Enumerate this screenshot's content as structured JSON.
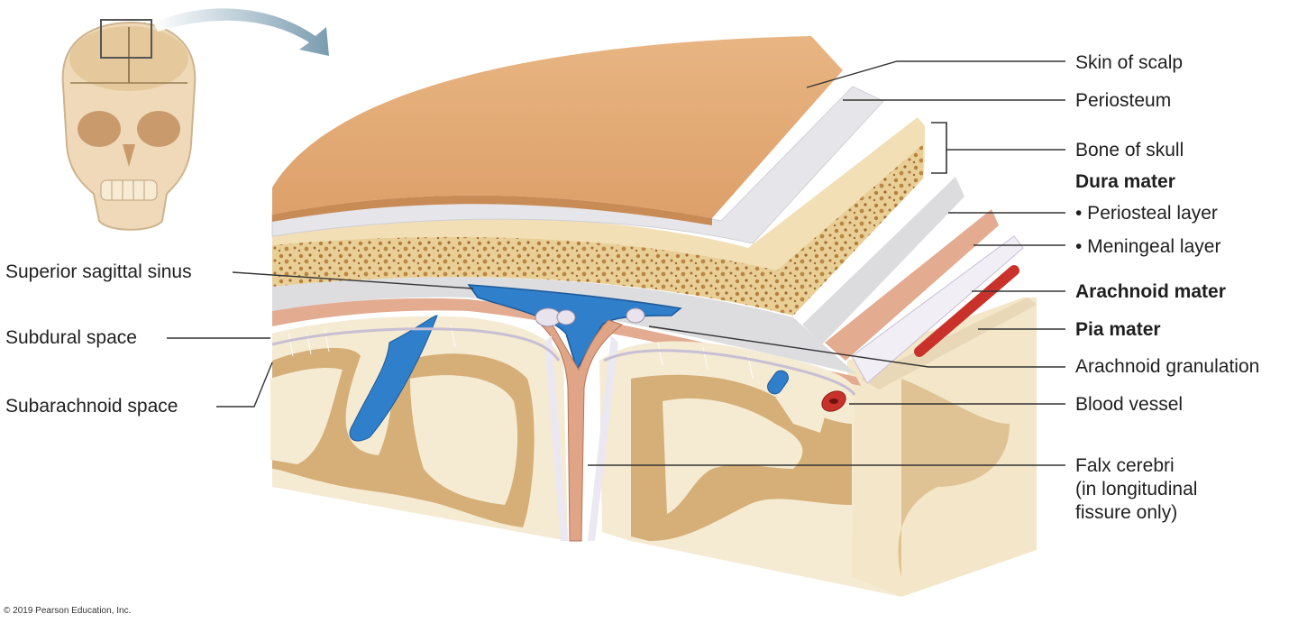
{
  "labels_right": {
    "skin_of_scalp": "Skin of scalp",
    "periosteum": "Periosteum",
    "bone_of_skull": "Bone of skull",
    "dura_mater": "Dura mater",
    "periosteal_layer": "• Periosteal layer",
    "meningeal_layer": "• Meningeal layer",
    "arachnoid_mater": "Arachnoid mater",
    "pia_mater": "Pia mater",
    "arachnoid_granulation": "Arachnoid granulation",
    "blood_vessel": "Blood vessel",
    "falx_cerebri": "Falx cerebri\n(in longitudinal\nfissure only)"
  },
  "labels_left": {
    "superior_sagittal_sinus": "Superior sagittal sinus",
    "subdural_space": "Subdural space",
    "subarachnoid_space": "Subarachnoid space"
  },
  "credit": "© 2019 Pearson Education, Inc.",
  "colors": {
    "scalp": "#e2ac78",
    "periosteum": "#e6e6ea",
    "bone": "#f2dfb6",
    "dura_periosteal": "#dcdcde",
    "dura_meningeal": "#e3ab90",
    "sinus_blue": "#2f7fcb",
    "blood_red": "#c8322a",
    "brain_gray_matter": "#cfa567",
    "brain_white_matter": "#f5ead2",
    "leader_line": "#333333"
  }
}
